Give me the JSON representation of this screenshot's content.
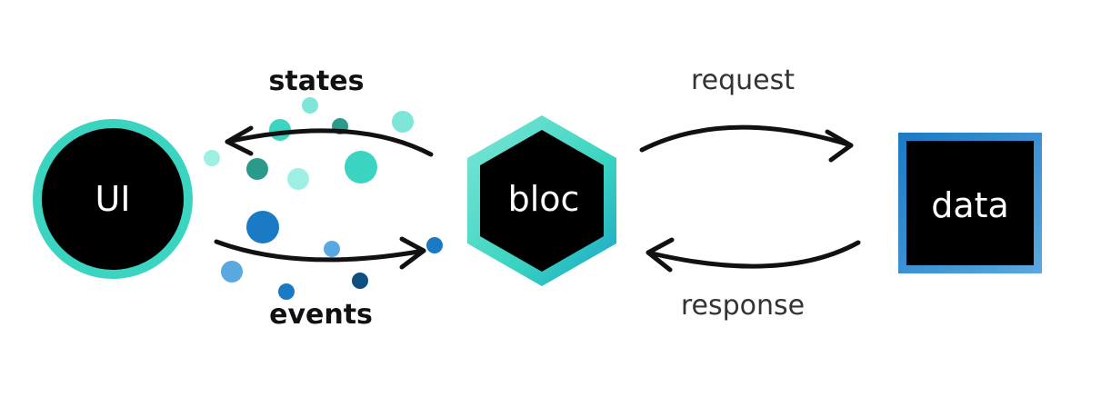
{
  "nodes": {
    "ui": {
      "label": "UI"
    },
    "bloc": {
      "label": "bloc"
    },
    "data": {
      "label": "data"
    }
  },
  "edges": {
    "states": "states",
    "events": "events",
    "request": "request",
    "response": "response"
  },
  "colors": {
    "teal": "#3ad4c0",
    "teal_dark": "#2a9a8c",
    "teal_light": "#7ee6d8",
    "blue": "#1a7ac4",
    "blue_light": "#5aa8e0",
    "blue_dark": "#0d4f80",
    "node_fill": "#000000",
    "arrow": "#111111"
  }
}
